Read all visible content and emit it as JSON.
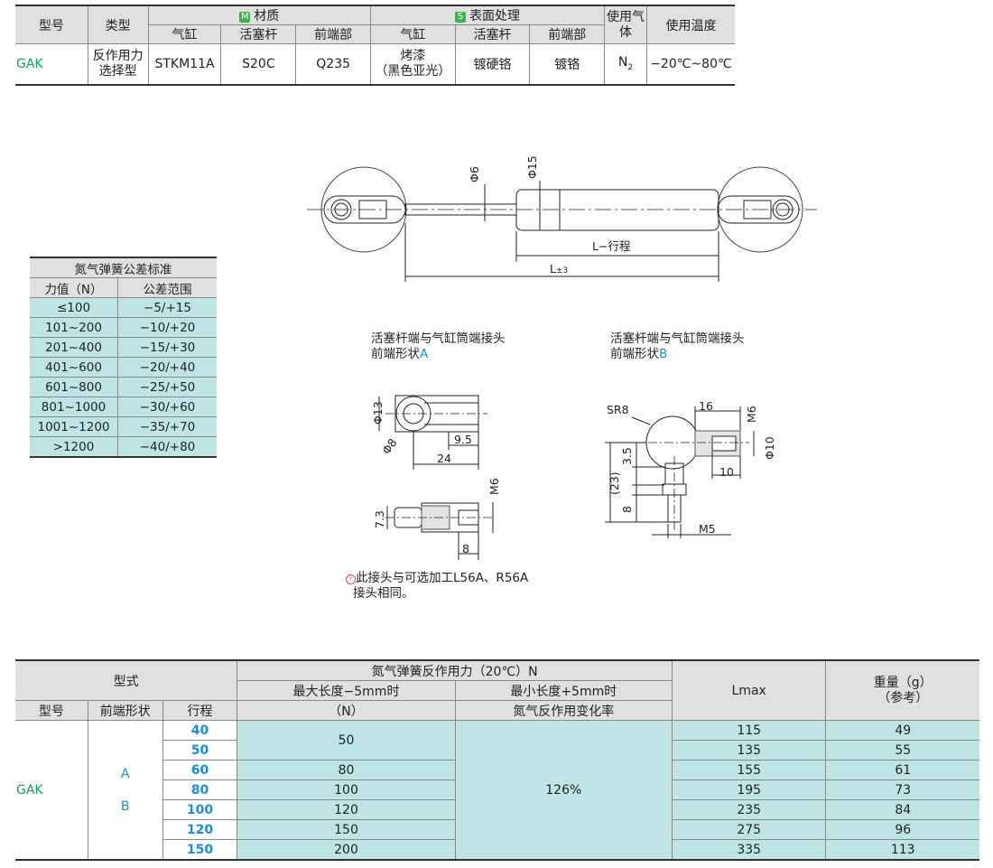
{
  "spec_table": {
    "h_model": "型号",
    "h_type": "类型",
    "h_material": "材质",
    "material_badge": "M",
    "h_surface": "表面处理",
    "surface_badge": "S",
    "h_gas": "使用气体",
    "h_temp": "使用温度",
    "sub_cylinder": "气缸",
    "sub_rod": "活塞杆",
    "sub_front": "前端部",
    "sub_cylinder2": "气缸",
    "sub_rod2": "活塞杆",
    "sub_front2": "前端部",
    "model": "GAK",
    "type": "反作用力选择型",
    "mat_cylinder": "STKM11A",
    "mat_rod": "S20C",
    "mat_front": "Q235",
    "surf_cylinder_1": "烤漆",
    "surf_cylinder_2": "（黑色亚光）",
    "surf_rod": "镀硬铬",
    "surf_front": "镀铬",
    "gas": "N",
    "gas_sub": "2",
    "temp": "−20℃~80℃"
  },
  "tolerance_table": {
    "title": "氮气弹簧公差标准",
    "col_force": "力值（N）",
    "col_range": "公差范围",
    "rows": [
      [
        "≤100",
        "−5/+15"
      ],
      [
        "101~200",
        "−10/+20"
      ],
      [
        "201~400",
        "−15/+30"
      ],
      [
        "401~600",
        "−20/+40"
      ],
      [
        "601~800",
        "−25/+50"
      ],
      [
        "801~1000",
        "−30/+60"
      ],
      [
        "1001~1200",
        "−35/+70"
      ],
      [
        ">1200",
        "−40/+80"
      ]
    ]
  },
  "drawing": {
    "d6": "Φ6",
    "d15": "Φ15",
    "l_stroke": "L−行程",
    "l_tol": "L",
    "l_tol_sub": "±3",
    "caption_a_1": "活塞杆端与气缸筒端接头",
    "caption_a_2": "前端形状",
    "caption_a_letter": "A",
    "caption_b_1": "活塞杆端与气缸筒端接头",
    "caption_b_2": "前端形状",
    "caption_b_letter": "B",
    "a_d13": "Φ13",
    "a_d8": "Φ8",
    "a_95": "9.5",
    "a_24": "24",
    "a_m6": "M6",
    "a_73": "7.3",
    "a_8": "8",
    "b_sr8": "SR8",
    "b_16": "16",
    "b_m6": "M6",
    "b_35": "3.5",
    "b_d10": "Φ10",
    "b_10": "10",
    "b_23": "(23)",
    "b_8": "8",
    "b_m5": "M5",
    "note_1": "此接头与可选加工L56A、R56A",
    "note_2": "接头相同。"
  },
  "main_table": {
    "h_form": "型式",
    "h_force": "氮气弹簧反作用力（20℃）N",
    "h_max": "最大长度−5mm时",
    "h_min": "最小长度+5mm时",
    "h_lmax": "Lmax",
    "h_weight_1": "重量（g）",
    "h_weight_2": "（参考）",
    "h_model": "型号",
    "h_front": "前端形状",
    "h_stroke": "行程",
    "h_n": "（N）",
    "h_rate": "氮气反作用变化率",
    "model": "GAK",
    "front_a": "A",
    "front_b": "B",
    "rate": "126%",
    "rows": [
      {
        "stroke": "40",
        "force": "50",
        "lmax": "115",
        "weight": "49"
      },
      {
        "stroke": "50",
        "force": "",
        "lmax": "135",
        "weight": "55"
      },
      {
        "stroke": "60",
        "force": "80",
        "lmax": "155",
        "weight": "61"
      },
      {
        "stroke": "80",
        "force": "100",
        "lmax": "195",
        "weight": "73"
      },
      {
        "stroke": "100",
        "force": "120",
        "lmax": "235",
        "weight": "84"
      },
      {
        "stroke": "120",
        "force": "150",
        "lmax": "275",
        "weight": "96"
      },
      {
        "stroke": "150",
        "force": "200",
        "lmax": "335",
        "weight": "113"
      }
    ]
  },
  "colors": {
    "header": "#e0e0e0",
    "cell": "#bfe4e6",
    "green": "#1a9e5a",
    "blue": "#1a8fd8"
  }
}
